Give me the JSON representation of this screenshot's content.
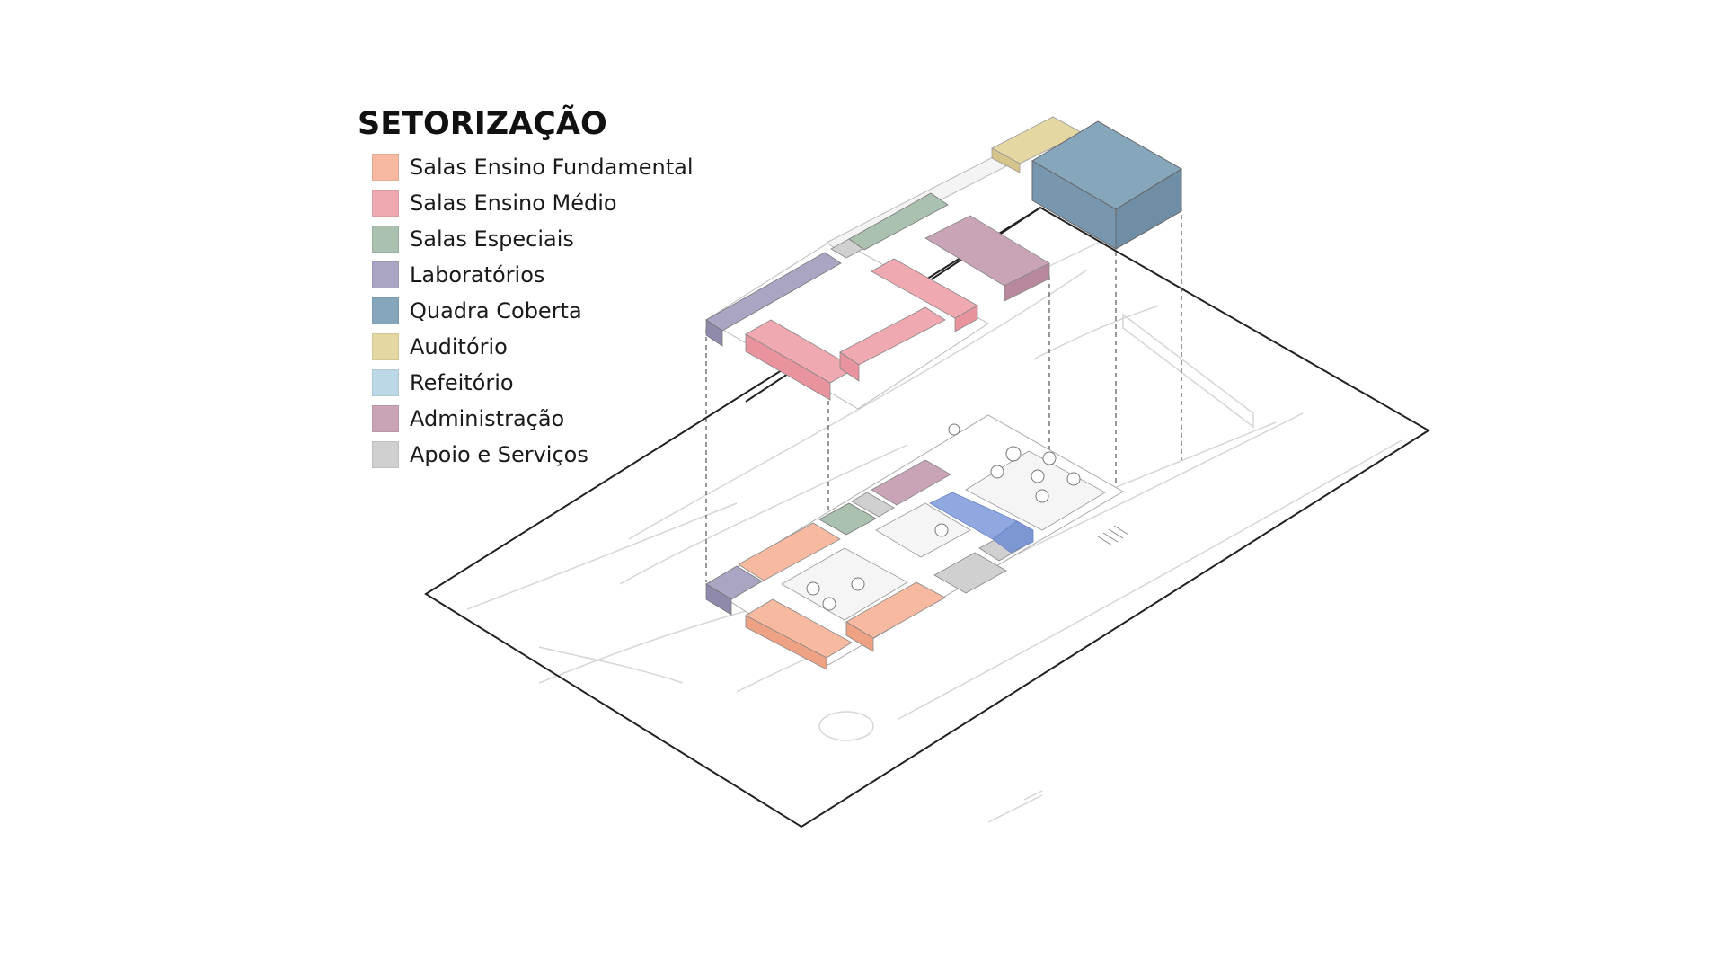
{
  "legend": {
    "title": "SETORIZAÇÃO",
    "items": [
      {
        "key": "fundamental",
        "label": "Salas Ensino Fundamental",
        "color": "#f7b9a0"
      },
      {
        "key": "medio",
        "label": "Salas Ensino Médio",
        "color": "#f0a9b0"
      },
      {
        "key": "especiais",
        "label": "Salas Especiais",
        "color": "#a9c1ae"
      },
      {
        "key": "laboratorios",
        "label": "Laboratórios",
        "color": "#aaa5c3"
      },
      {
        "key": "quadra",
        "label": "Quadra Coberta",
        "color": "#86a6bc"
      },
      {
        "key": "auditorio",
        "label": "Auditório",
        "color": "#e5d7a2"
      },
      {
        "key": "refeitorio",
        "label": "Refeitório",
        "color": "#bcd8e6"
      },
      {
        "key": "administracao",
        "label": "Administração",
        "color": "#c9a3b6"
      },
      {
        "key": "apoio",
        "label": "Apoio e Serviços",
        "color": "#d0d0d0"
      }
    ]
  },
  "colors": {
    "refeitorio_ground": "#8fa8e0",
    "site_outline": "#222222",
    "site_lines": "#d8d8d8",
    "dashed": "#555555"
  }
}
